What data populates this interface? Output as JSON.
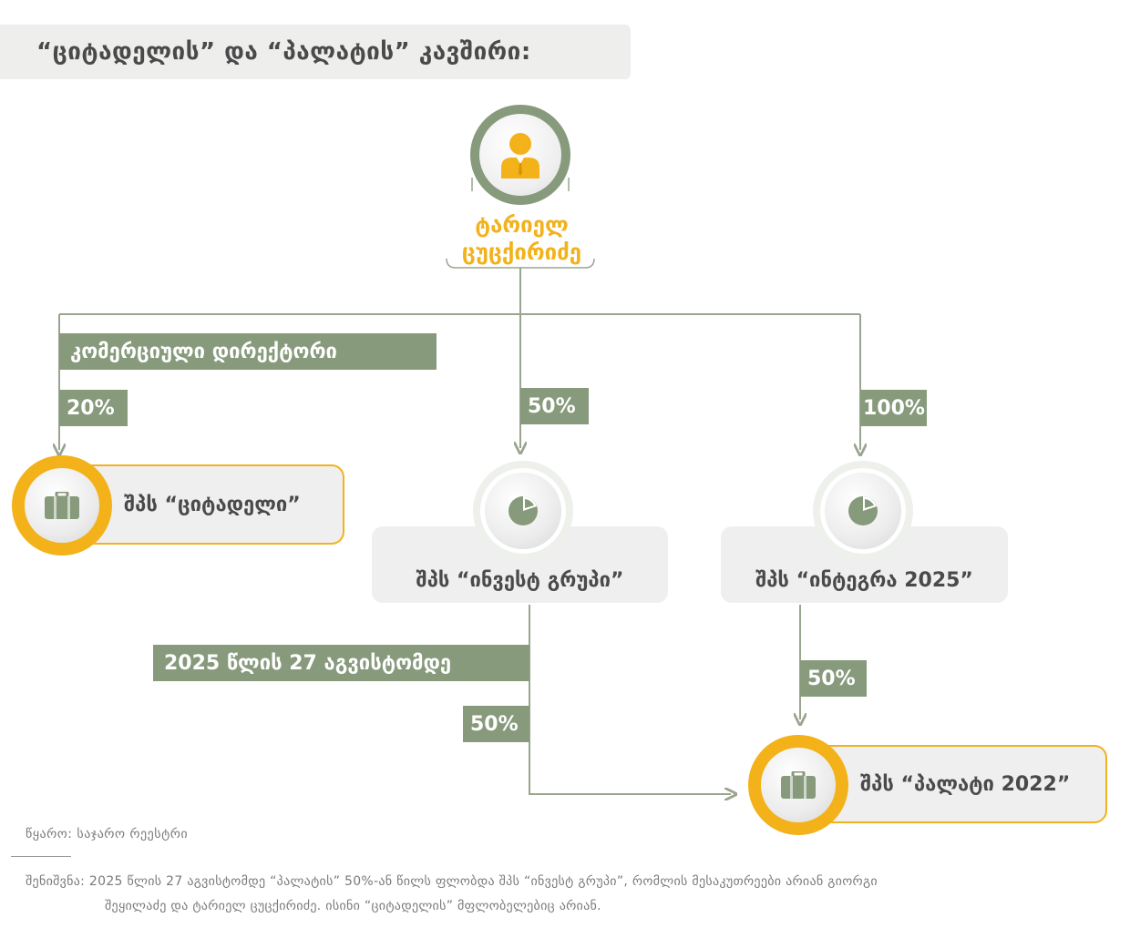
{
  "title": "“ციტადელის” და “პალატის” კავშირი:",
  "person": {
    "line1": "ტარიელ",
    "line2": "ცუცქირიძე",
    "icon": "person-icon"
  },
  "edges": {
    "role_label": "კომერციული დირექტორი",
    "citadeli_pct": "20%",
    "invest_pct": "50%",
    "integra_pct": "100%",
    "date_label": "2025 წლის 27 აგვისტომდე",
    "invest_palati_pct": "50%",
    "integra_palati_pct": "50%"
  },
  "companies": {
    "citadeli": "შპს “ციტადელი”",
    "invest": "შპს “ინვესტ გრუპი”",
    "integra": "შპს “ინტეგრა 2025”",
    "palati": "შპს “პალატი 2022”"
  },
  "footer": {
    "source": "წყარო:  საჯარო რეესტრი",
    "note_line1": "შენიშვნა: 2025 წლის 27 აგვისტომდე “პალატის” 50%-ან წილს ფლობდა შპს “ინვესტ გრუპი”, რომლის მესაკუთრეები არიან გიორგი",
    "note_line2": "შეყილაძე და ტარიელ ცუცქირიძე. ისინი “ციტადელის” მფლობელებიც არიან."
  },
  "colors": {
    "accent": "#f2b21b",
    "sage": "#879a7c",
    "card": "#efefef",
    "line": "#9aa58f"
  }
}
